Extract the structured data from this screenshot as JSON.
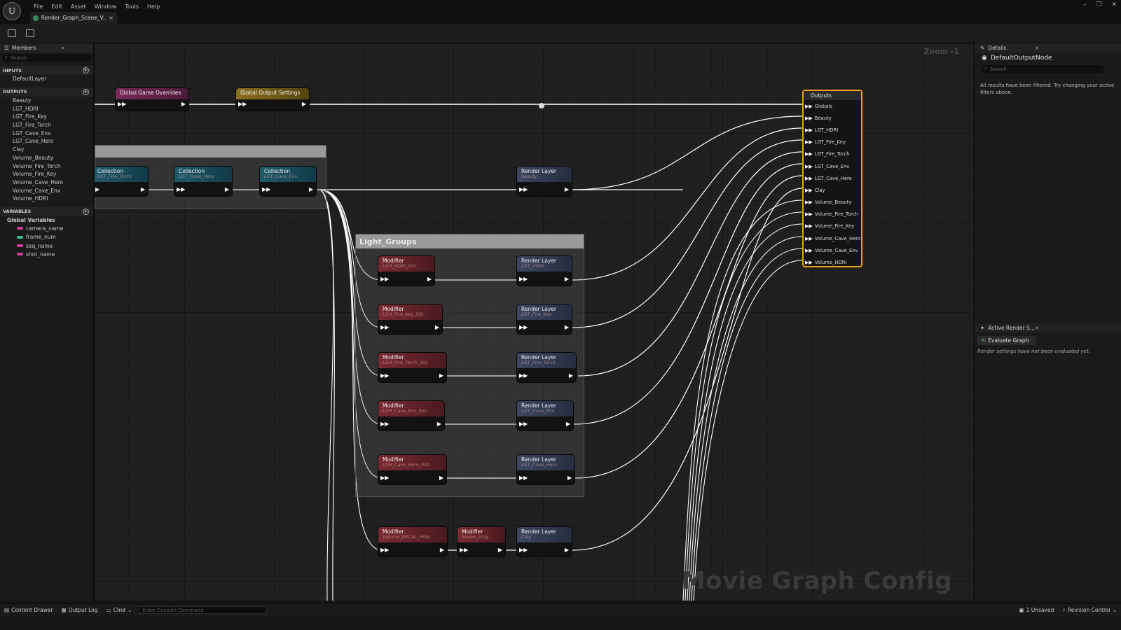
{
  "app": {
    "menu": [
      "File",
      "Edit",
      "Asset",
      "Window",
      "Tools",
      "Help"
    ],
    "tab_label": "Render_Graph_Scene_V...",
    "tab_close": "×"
  },
  "members": {
    "title": "Members",
    "close": "×",
    "search_placeholder": "Search",
    "inputs_label": "INPUTS",
    "inputs": [
      "DefaultLayer"
    ],
    "outputs_label": "OUTPUTS",
    "outputs": [
      "Beauty",
      "LGT_HDRI",
      "LGT_Fire_Key",
      "LGT_Fire_Torch",
      "LGT_Cave_Env",
      "LGT_Cave_Hero",
      "Clay",
      "Volume_Beauty",
      "Volume_Fire_Torch",
      "Volume_Fire_Key",
      "Volume_Cave_Hero",
      "Volume_Cave_Env",
      "Volume_HDRI"
    ],
    "variables_label": "VARIABLES",
    "global_vars_label": "Global Variables",
    "variables": [
      {
        "name": "camera_name",
        "color": "#d63aa0"
      },
      {
        "name": "frame_num",
        "color": "#2ec28a"
      },
      {
        "name": "seq_name",
        "color": "#d63aa0"
      },
      {
        "name": "shot_name",
        "color": "#d63aa0"
      }
    ]
  },
  "graph": {
    "zoom": "Zoom -1",
    "watermark": "Movie Graph Config",
    "light_groups_label": "Light_Groups",
    "nodes": {
      "game_overrides": {
        "title": "Global Game Overrides"
      },
      "global_output": {
        "title": "Global Output Settings"
      },
      "col1": {
        "title": "Collection",
        "sub": "LGT_Fire_Torch"
      },
      "col2": {
        "title": "Collection",
        "sub": "LGT_Cave_Hero"
      },
      "col3": {
        "title": "Collection",
        "sub": "LGT_Cave_Env"
      },
      "rl_beauty": {
        "title": "Render Layer",
        "sub": "beauty"
      },
      "mod1": {
        "title": "Modifier",
        "sub": "LGH_HDRI_ISO"
      },
      "rl1": {
        "title": "Render Layer",
        "sub": "LGT_HDRI"
      },
      "mod2": {
        "title": "Modifier",
        "sub": "LGH_Fire_Key_ISO"
      },
      "rl2": {
        "title": "Render Layer",
        "sub": "LGT_Fire_Key"
      },
      "mod3": {
        "title": "Modifier",
        "sub": "LGH_Fire_Torch_ISO"
      },
      "rl3": {
        "title": "Render Layer",
        "sub": "LGT_Fire_Torch"
      },
      "mod4": {
        "title": "Modifier",
        "sub": "LGH_Cave_Env_ISO"
      },
      "rl4": {
        "title": "Render Layer",
        "sub": "LGT_Cave_Env"
      },
      "mod5": {
        "title": "Modifier",
        "sub": "LGH_Cave_Hero_ISO"
      },
      "rl5": {
        "title": "Render Layer",
        "sub": "LGT_Cave_Hero"
      },
      "mod6": {
        "title": "Modifier",
        "sub": "Volume_DECAL_Hide"
      },
      "mod7": {
        "title": "Modifier",
        "sub": "Scene_Gray"
      },
      "rl_clay": {
        "title": "Render Layer",
        "sub": "Clay"
      }
    },
    "outputs_node": {
      "title": "Outputs",
      "pins": [
        "Globals",
        "Beauty",
        "LGT_HDRI",
        "LGT_Fire_Key",
        "LGT_Fire_Torch",
        "LGT_Cave_Env",
        "LGT_Cave_Hero",
        "Clay",
        "Volume_Beauty",
        "Volume_Fire_Torch",
        "Volume_Fire_Key",
        "Volume_Cave_Hero",
        "Volume_Cave_Env",
        "Volume_HDRI"
      ],
      "border_color": "#e8a317"
    }
  },
  "details": {
    "title": "Details",
    "close": "×",
    "node_name": "DefaultOutputNode",
    "search_placeholder": "Search",
    "filter_message": "All results have been filtered. Try changing your active filters above."
  },
  "active_render": {
    "title": "Active Render S...",
    "close": "×",
    "evaluate_label": "Evaluate Graph",
    "message": "Render settings have not been evaluated yet."
  },
  "statusbar": {
    "content_drawer": "Content Drawer",
    "output_log": "Output Log",
    "cmd": "Cmd",
    "console_placeholder": "Enter Console Command",
    "unsaved": "1 Unsaved",
    "revision": "Revision Control"
  }
}
